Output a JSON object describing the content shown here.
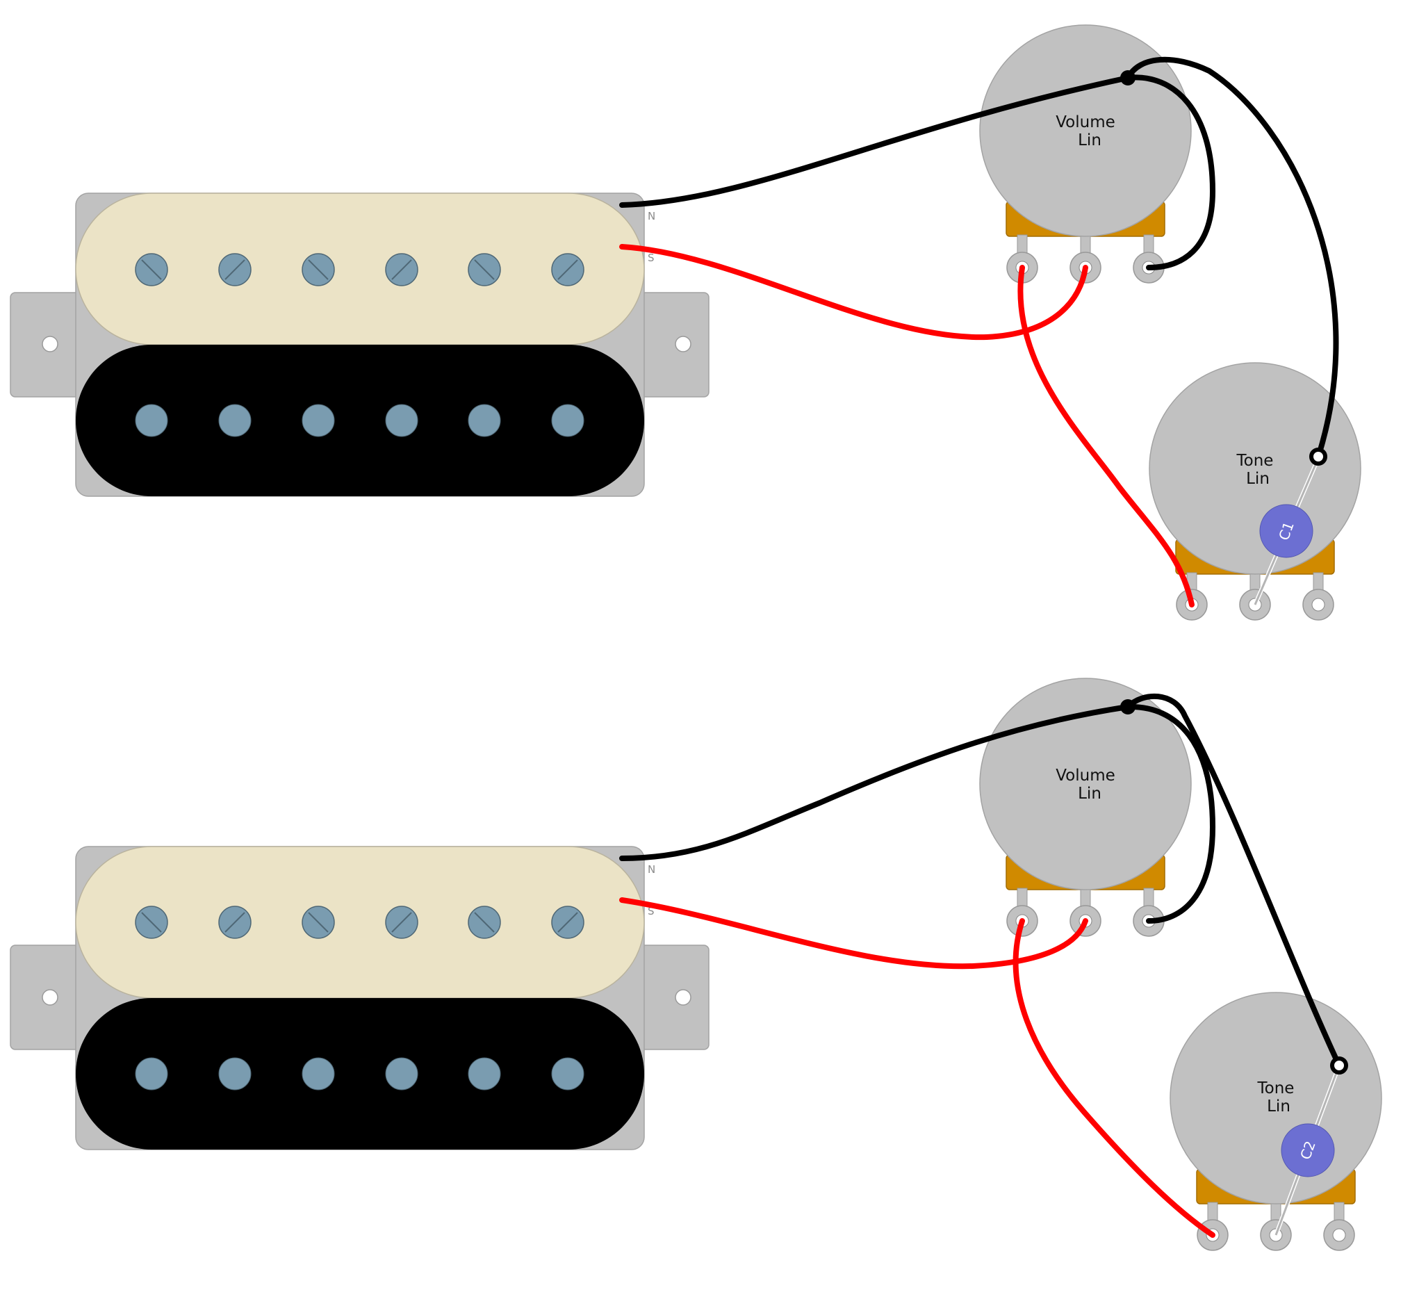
{
  "diagrams": [
    {
      "pickup": {
        "polarity_north": "N",
        "polarity_south": "S"
      },
      "volume_pot": {
        "name": "Volume",
        "taper": "Lin"
      },
      "tone_pot": {
        "name": "Tone",
        "taper": "Lin"
      },
      "capacitor": {
        "label": "C1"
      }
    },
    {
      "pickup": {
        "polarity_north": "N",
        "polarity_south": "S"
      },
      "volume_pot": {
        "name": "Volume",
        "taper": "Lin"
      },
      "tone_pot": {
        "name": "Tone",
        "taper": "Lin"
      },
      "capacitor": {
        "label": "C2"
      }
    }
  ],
  "colors": {
    "baseplate": "#c1c1c1",
    "cream_bobbin": "#ebe3c6",
    "black_bobbin": "#000000",
    "pole_piece": "#7a9cb0",
    "pot_body": "#c1c1c1",
    "pot_bracket": "#d08a00",
    "capacitor": "#6c6fd2",
    "wire_hot": "#ff0000",
    "wire_ground": "#000000"
  }
}
